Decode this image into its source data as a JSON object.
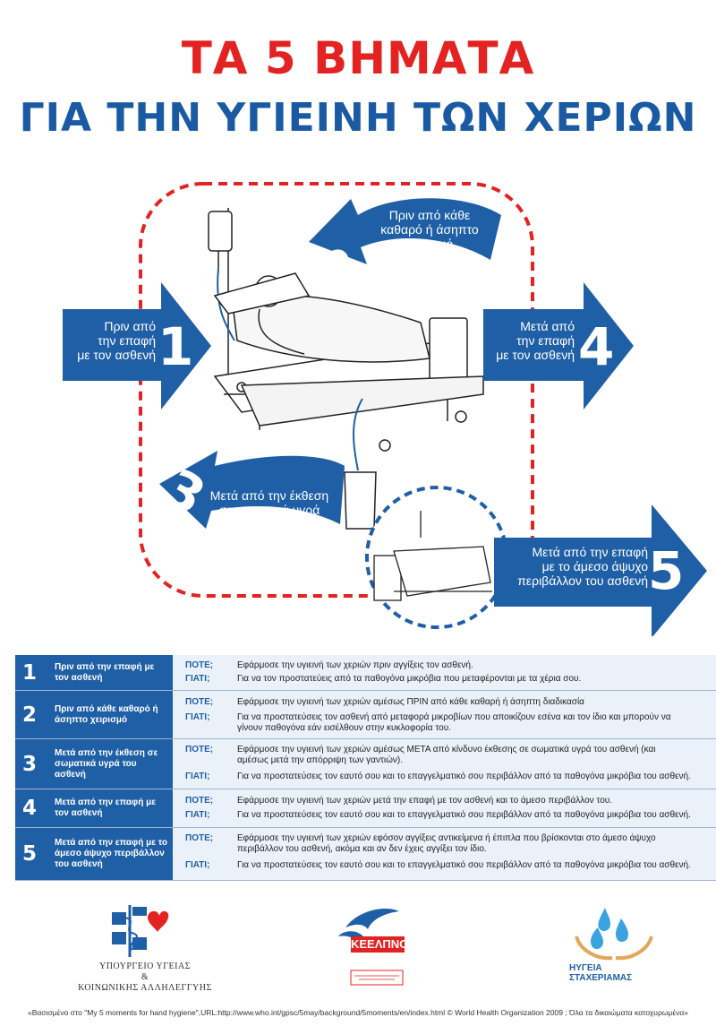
{
  "title": {
    "line1": "ΤΑ 5 ΒΗΜΑΤΑ",
    "line2": "ΓΙΑ ΤΗΝ ΥΓΙΕΙΝΗ ΤΩΝ ΧΕΡΙΩΝ"
  },
  "moments": [
    {
      "num": "1",
      "arrow_text": "Πριν από\nτην επαφή\nμε τον ασθενή"
    },
    {
      "num": "2",
      "arrow_text": "Πριν από κάθε\nκαθαρό ή άσηπτο\nχειρισμό"
    },
    {
      "num": "3",
      "arrow_text": "Μετά από την έκθεση\nσε σωματικά υγρά\nτου ασθενή"
    },
    {
      "num": "4",
      "arrow_text": "Μετά από\nτην επαφή\nμε τον ασθενή"
    },
    {
      "num": "5",
      "arrow_text": "Μετά από την επαφή\nμε το άμεσο άψυχο\nπεριβάλλον του ασθενή"
    }
  ],
  "table": {
    "when_label": "ΠΟΤΕ;",
    "why_label": "ΓΙΑΤΙ;",
    "rows": [
      {
        "num": "1",
        "label": "Πριν από την επαφή με τον ασθενή",
        "when": "Εφάρμοσε την υγιεινή των χεριών πριν αγγίξεις τον ασθενή.",
        "why": "Για να τον προστατεύεις από τα παθογόνα μικρόβια που μεταφέρονται με τα χέρια σου."
      },
      {
        "num": "2",
        "label": "Πριν από κάθε καθαρό ή άσηπτο χειρισμό",
        "when": "Εφάρμοσε την υγιεινή των χεριών αμέσως ΠΡΙΝ από κάθε καθαρή ή άσηπτη διαδικασία",
        "why": "Για να προστατεύσεις τον ασθενή από μεταφορά μικροβίων που αποικίζουν εσένα και τον ίδιο και μπορούν να γίνουν παθογόνα εάν εισέλθουν στην κυκλοφορία του."
      },
      {
        "num": "3",
        "label": "Μετά από την έκθεση σε σωματικά υγρά του ασθενή",
        "when": "Εφάρμοσε την υγιεινή των χεριών αμέσως ΜΕΤΑ από κίνδυνο έκθεσης σε σωματικά υγρά του ασθενή (και αμέσως μετά την απόρριψη των γαντιών).",
        "why": "Για να προστατεύσεις τον εαυτό σου και το επαγγελματικό σου περιβάλλον από τα παθογόνα μικρόβια του ασθενή."
      },
      {
        "num": "4",
        "label": "Μετά από την επαφή με τον ασθενή",
        "when": "Εφάρμοσε την υγιεινή των χεριών μετά την επαφή με τον ασθενή και το άμεσο περιβάλλον του.",
        "why": "Για να προστατεύσεις τον εαυτό σου και το επαγγελματικό σου περιβάλλον από τα παθογόνα μικρόβια του ασθενή."
      },
      {
        "num": "5",
        "label": "Μετά από την επαφή με το άμεσο άψυχο περιβάλλον του ασθενή",
        "when": "Εφάρμοσε την υγιεινή των χεριών εφόσον αγγίξεις αντικείμενα ή έπιπλα που βρίσκονται στο άμεσο άψυχο περιβάλλον του ασθενή, ακόμα και αν δεν έχεις αγγίξει τον ίδιο.",
        "why": "Για να προστατεύσεις τον εαυτό σου και το επαγγελματικό σου περιβάλλον από τα παθογόνα μικρόβια του ασθενή."
      }
    ]
  },
  "logos": {
    "ministry": "ΥΠΟΥΡΓΕΙΟ ΥΓΕΙΑΣ\n&\nΚΟΙΝΩΝΙΚΗΣ ΑΛΛΗΛΕΓΓΥΗΣ",
    "keelpno": "ΚΕΕΛΠΝΟ",
    "ygeia": "ΗΥΓΕΙΑ\nΣΤΑΧΕΡΙΑΜΑΣ"
  },
  "footer": "«Βασισμένο στο \"My 5 moments for hand hygiene\",URL:http://www.who.int/gpsc/5may/background/5moments/en/index.html © World Health Organization 2009 ; Όλα τα δικαιώματα κατοχυρωμένα»",
  "colors": {
    "red": "#e32322",
    "blue": "#1f5fa6",
    "title_blue": "#1a5aa3"
  }
}
